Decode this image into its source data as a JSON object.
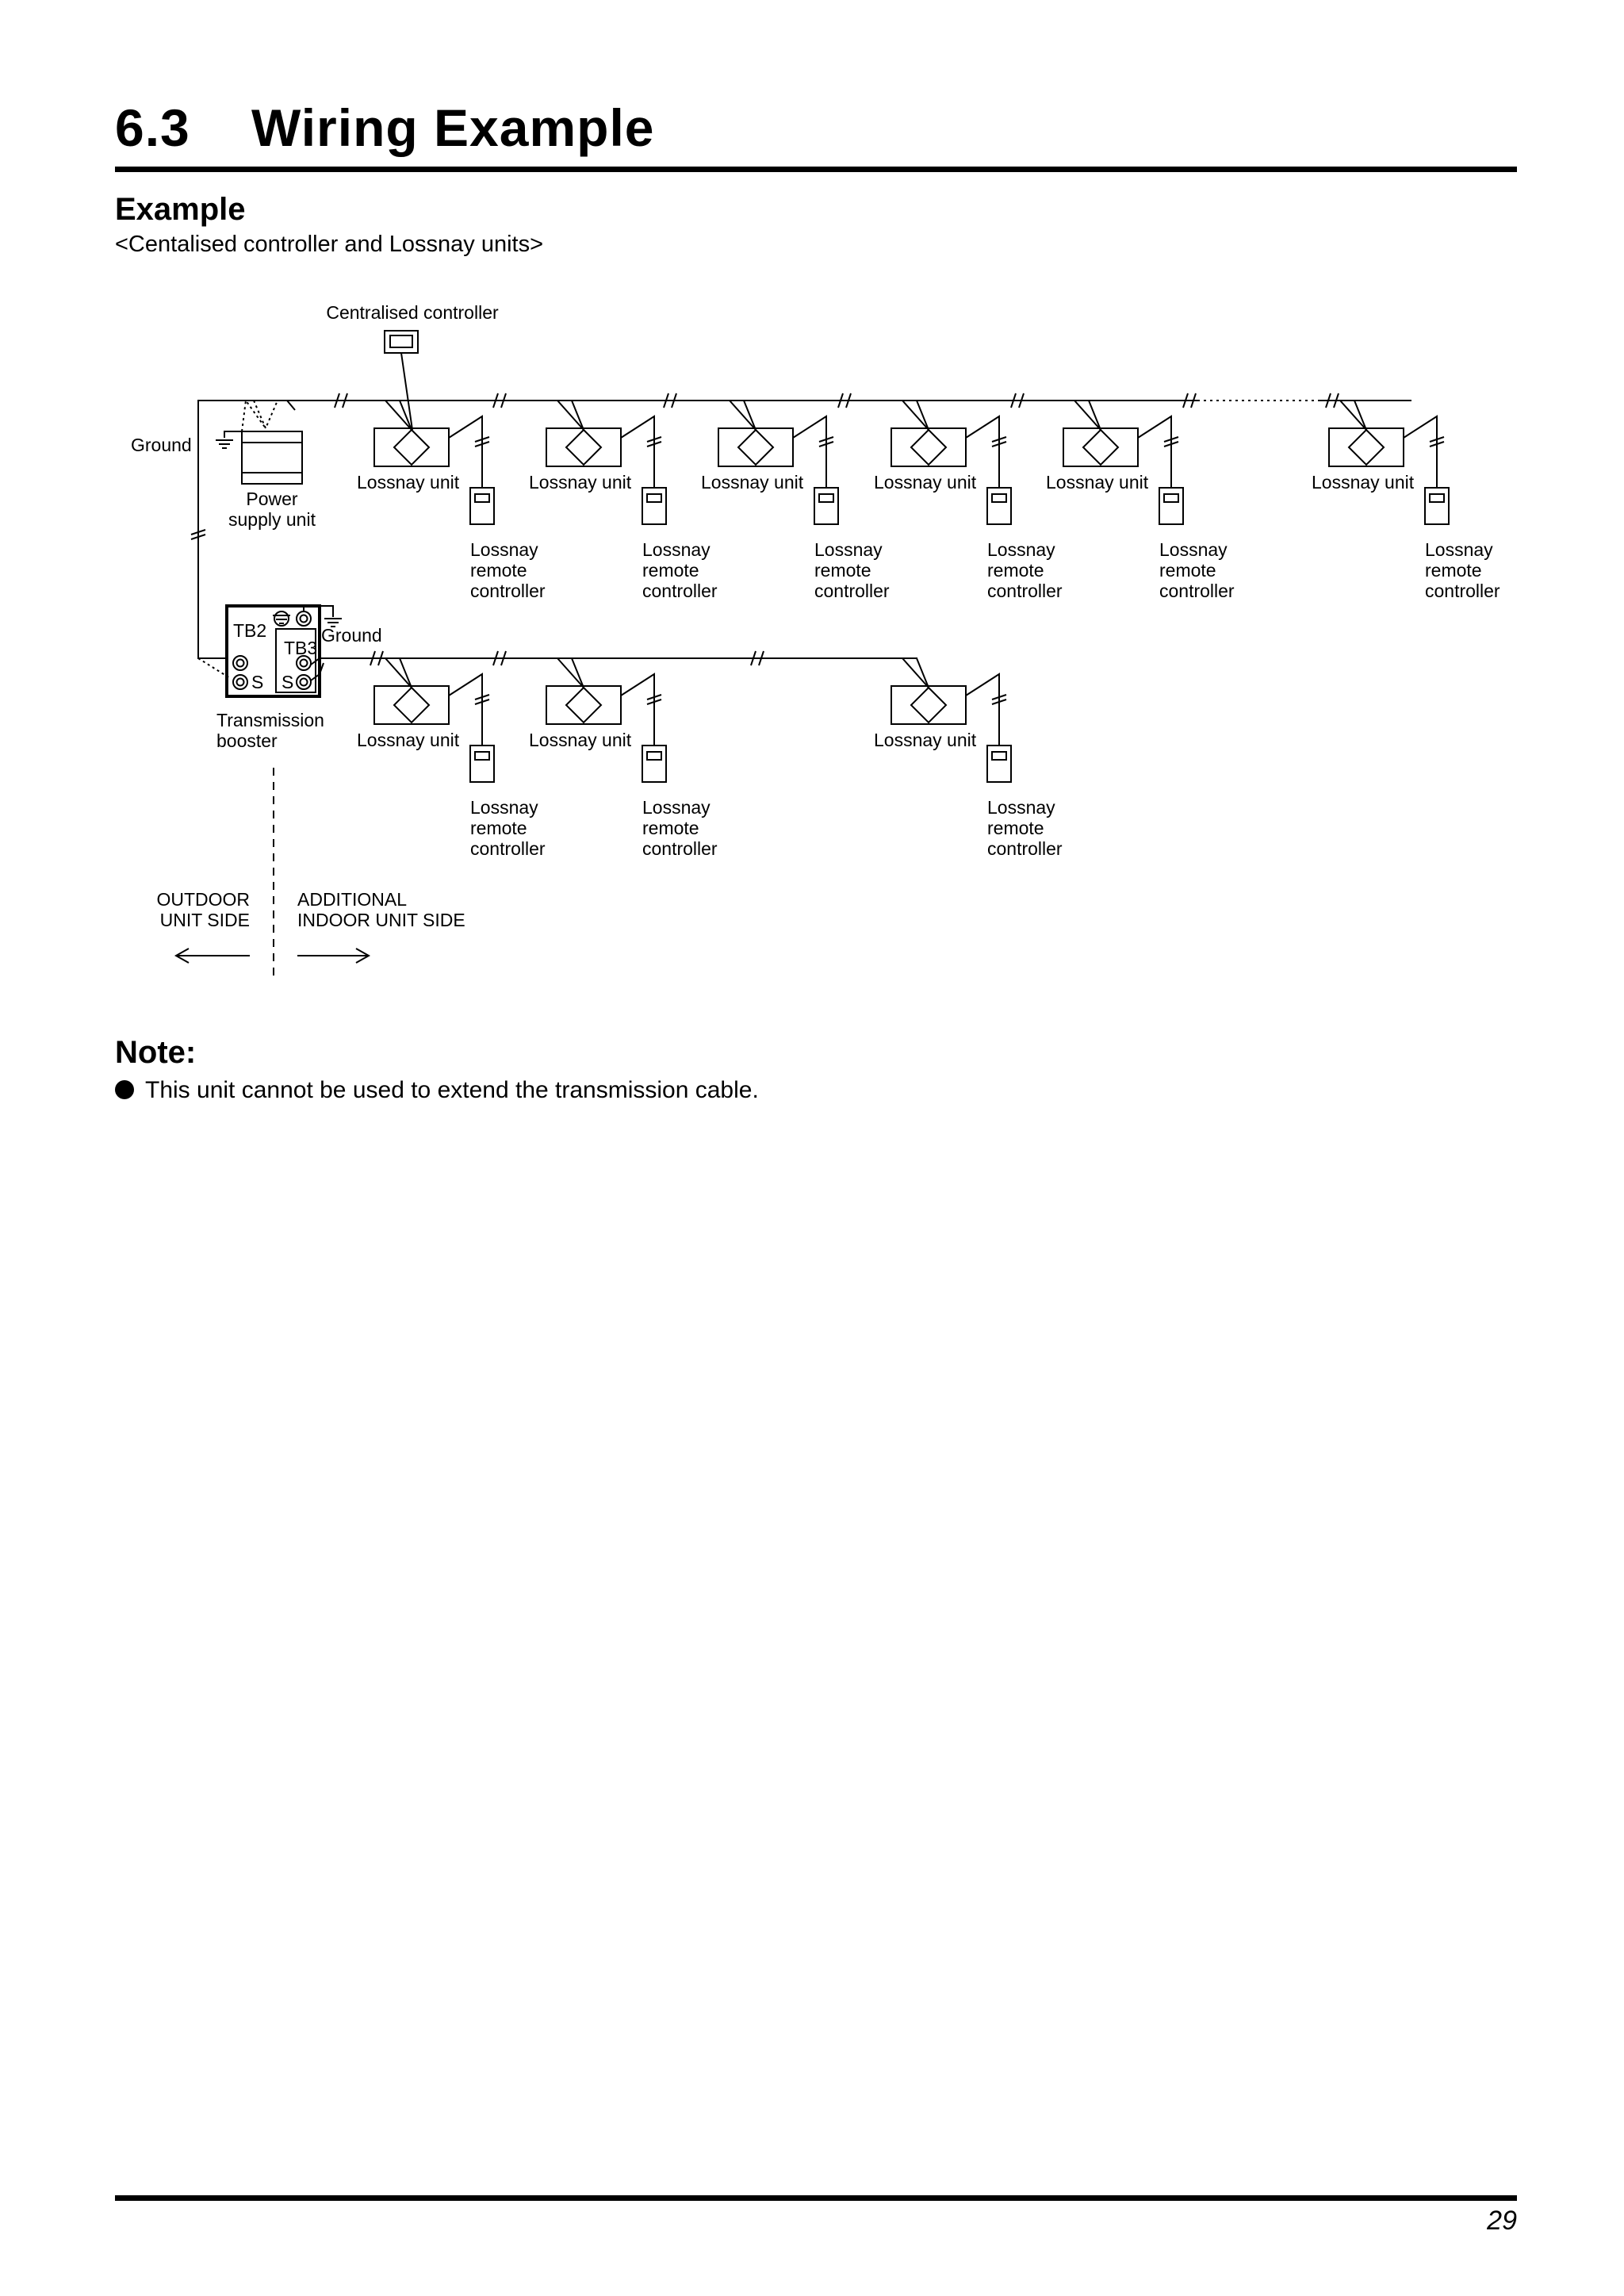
{
  "header": {
    "section_number": "6.3",
    "section_title": "Wiring Example"
  },
  "example": {
    "heading": "Example",
    "subheading": "<Centalised controller and Lossnay units>"
  },
  "diagram": {
    "centralised_controller": "Centralised controller",
    "ground": "Ground",
    "power_supply_line1": "Power",
    "power_supply_line2": "supply unit",
    "lossnay_unit": "Lossnay unit",
    "remote_line1": "Lossnay",
    "remote_line2": "remote",
    "remote_line3": "controller",
    "tb2": "TB2",
    "tb3": "TB3",
    "s_terminal": "S",
    "booster_line1": "Transmission",
    "booster_line2": "booster",
    "outdoor_line1": "OUTDOOR",
    "outdoor_line2": "UNIT SIDE",
    "indoor_line1": "ADDITIONAL",
    "indoor_line2": "INDOOR UNIT SIDE"
  },
  "note": {
    "heading": "Note:",
    "items": [
      "This unit cannot be used to extend the transmission cable."
    ]
  },
  "footer": {
    "page_number": "29"
  }
}
